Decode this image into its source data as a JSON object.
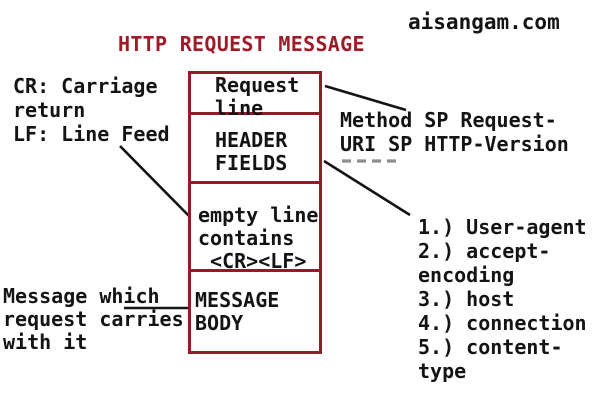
{
  "watermark": "aisangam.com",
  "title": "HTTP REQUEST MESSAGE",
  "colors": {
    "box_border_maroon": "#8f1c28",
    "title_red": "#9d1c2a",
    "text_black": "#141414",
    "dash_gray": "#8e8e8e"
  },
  "left_annotations": {
    "cr_lf_note": "CR: Carriage\nreturn\nLF: Line Feed",
    "message_body_note": "Message which\nrequest carries\nwith it"
  },
  "message_box": {
    "sections": [
      {
        "label": "Request\nline"
      },
      {
        "label": "HEADER\nFIELDS"
      },
      {
        "label": "empty line\ncontains\n <CR><LF>"
      },
      {
        "label": "MESSAGE\nBODY"
      }
    ]
  },
  "right_annotations": {
    "request_line_format": "Method SP Request-\nURI SP HTTP-Version",
    "header_fields_list": [
      "1.) User-agent",
      "2.) accept-\nencoding",
      "3.) host",
      "4.) connection",
      "5.) content-\ntype"
    ]
  }
}
